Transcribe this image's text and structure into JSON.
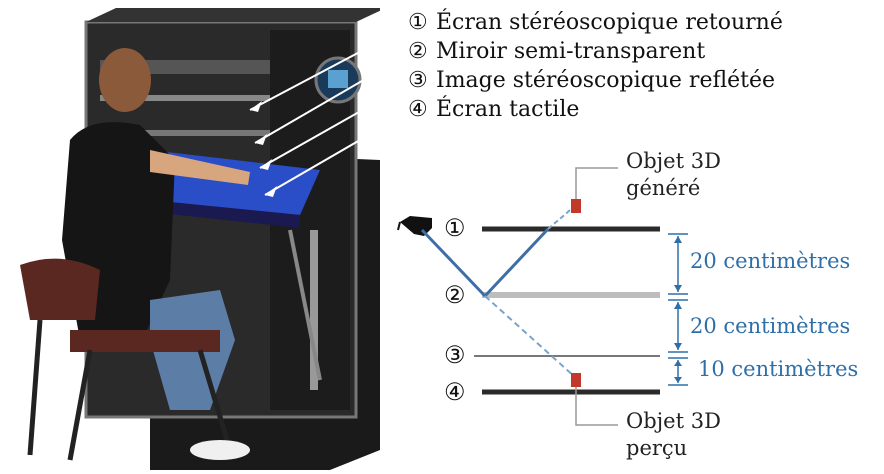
{
  "legend": [
    {
      "num": "①",
      "label": "Écran stéréoscopique retourné"
    },
    {
      "num": "②",
      "label": "Miroir semi-transparent"
    },
    {
      "num": "③",
      "label": "Image stéréoscopique reflétée"
    },
    {
      "num": "④",
      "label": "Écran tactile"
    }
  ],
  "diagram": {
    "top_object": {
      "line1": "Objet 3D",
      "line2": "généré"
    },
    "bottom_object": {
      "line1": "Objet 3D",
      "line2": "perçu"
    },
    "levels": [
      "①",
      "②",
      "③",
      "④"
    ],
    "distances": [
      "20 centimètres",
      "20 centimètres",
      "10 centimètres"
    ]
  },
  "colors": {
    "accent": "#2f6fa8",
    "screen": "#2a2a2a",
    "mirror": "#bdbdbd"
  }
}
